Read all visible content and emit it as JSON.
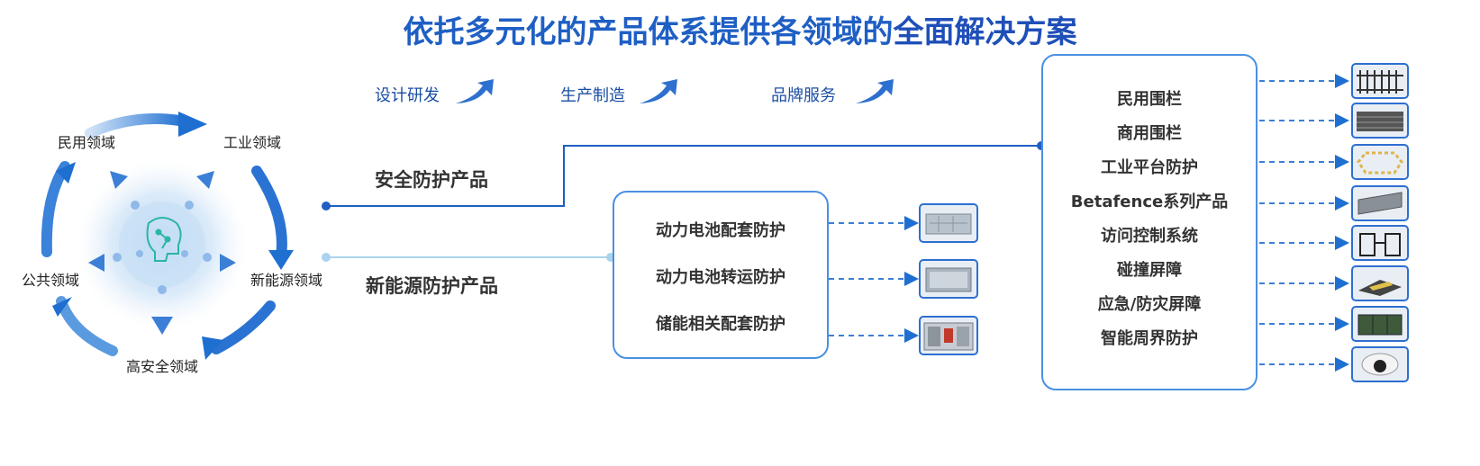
{
  "title": {
    "main": "依托多元化的产品体系提供各领域的",
    "accent": "全面解决方案"
  },
  "stages": [
    "设计研发",
    "生产制造",
    "品牌服务"
  ],
  "domains": [
    "民用领域",
    "工业领域",
    "新能源领域",
    "高安全领域",
    "公共领域"
  ],
  "products": {
    "security": "安全防护产品",
    "new_energy": "新能源防护产品"
  },
  "new_energy_items": [
    "动力电池配套防护",
    "动力电池转运防护",
    "储能相关配套防护"
  ],
  "security_items": [
    "民用围栏",
    "商用围栏",
    "工业平台防护",
    "Betafence系列产品",
    "访问控制系统",
    "碰撞屏障",
    "应急/防灾屏障",
    "智能周界防护"
  ],
  "thumb_icons": {
    "new_energy": [
      "battery-tray-image",
      "battery-transport-box-image",
      "energy-storage-cabinet-image"
    ],
    "security": [
      "residential-fence-image",
      "commercial-fence-image",
      "industrial-platform-image",
      "fence-panel-image",
      "access-gate-image",
      "crash-barrier-image",
      "flood-barrier-image",
      "security-camera-image"
    ]
  },
  "colors": {
    "title": "#1f5fc4",
    "primary_line": "#1f5fc4",
    "light_line": "#a9d3ee",
    "box_border": "#4a90e2",
    "hub_icon": "#2bb5a3"
  }
}
